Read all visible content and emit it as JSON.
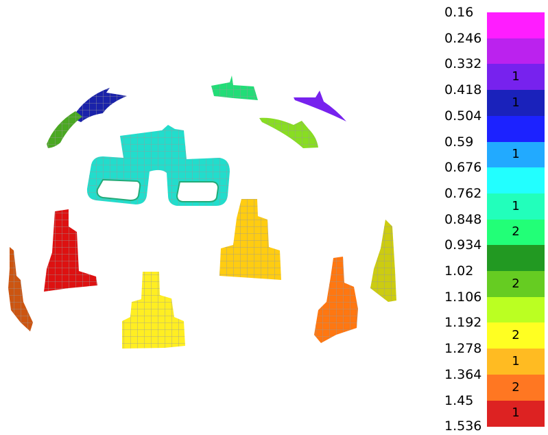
{
  "legend": {
    "ticks": [
      "0.16",
      "0.246",
      "0.332",
      "0.418",
      "0.504",
      "0.59",
      "0.676",
      "0.762",
      "0.848",
      "0.934",
      "1.02",
      "1.106",
      "1.192",
      "1.278",
      "1.364",
      "1.45",
      "1.536"
    ],
    "bands": [
      {
        "color": "#ff1dff",
        "count": ""
      },
      {
        "color": "#bb22ee",
        "count": ""
      },
      {
        "color": "#7722ee",
        "count": "1"
      },
      {
        "color": "#1a22bb",
        "count": "1"
      },
      {
        "color": "#1c22ff",
        "count": ""
      },
      {
        "color": "#22aaff",
        "count": "1"
      },
      {
        "color": "#22ffff",
        "count": ""
      },
      {
        "color": "#22ffbb",
        "count": "1"
      },
      {
        "color": "#22ff77",
        "count": "2"
      },
      {
        "color": "#229922",
        "count": ""
      },
      {
        "color": "#66cc22",
        "count": "2"
      },
      {
        "color": "#bbff22",
        "count": ""
      },
      {
        "color": "#ffff22",
        "count": "2"
      },
      {
        "color": "#ffbb22",
        "count": "1"
      },
      {
        "color": "#ff7722",
        "count": "2"
      },
      {
        "color": "#dd2222",
        "count": "1"
      }
    ]
  },
  "scene": {
    "objects": [
      {
        "name": "mesh-patch-blue-upper-left",
        "color": "#1a22aa"
      },
      {
        "name": "mesh-patch-green-left",
        "color": "#66cc22"
      },
      {
        "name": "mesh-patch-green-top",
        "color": "#22dd77"
      },
      {
        "name": "mesh-patch-purple-right",
        "color": "#7722ee"
      },
      {
        "name": "mesh-patch-lime-right",
        "color": "#88dd22"
      },
      {
        "name": "mesh-glasses-frame",
        "color": "#22ddcc"
      },
      {
        "name": "mesh-patch-red",
        "color": "#dd1111"
      },
      {
        "name": "mesh-patch-gold",
        "color": "#ffcc11"
      },
      {
        "name": "mesh-patch-olive",
        "color": "#cccc11"
      },
      {
        "name": "mesh-patch-orange",
        "color": "#ff7711"
      },
      {
        "name": "mesh-patch-brown-left",
        "color": "#cc5511"
      },
      {
        "name": "mesh-patch-yellow",
        "color": "#ffee22"
      }
    ]
  }
}
